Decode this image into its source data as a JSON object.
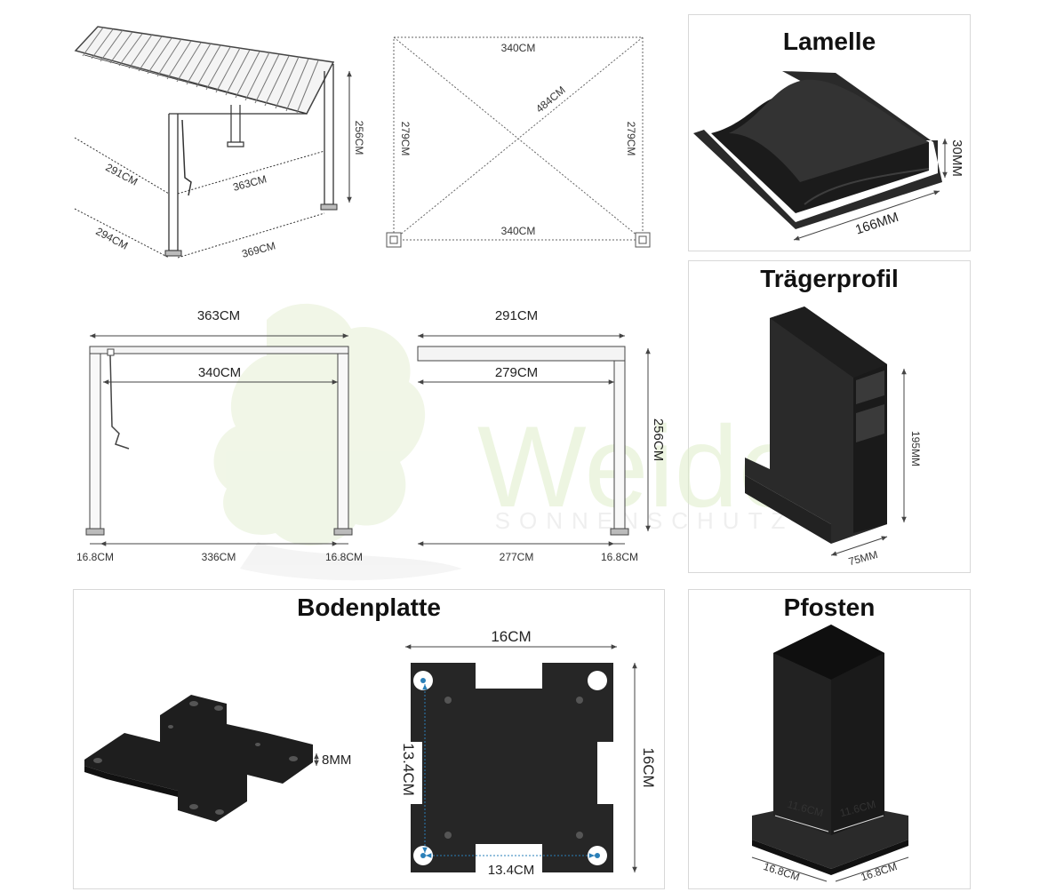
{
  "watermark": {
    "brand": "Weide",
    "tagline": "SONNENSCHUTZ"
  },
  "panels": {
    "lamelle": {
      "title": "Lamelle",
      "height": "30MM",
      "width": "166MM"
    },
    "traeger": {
      "title": "Trägerprofil",
      "height": "195MM",
      "width": "75MM"
    },
    "boden": {
      "title": "Bodenplatte",
      "thickness": "8MM",
      "outer_w": "16CM",
      "outer_h": "16CM",
      "hole_w": "13.4CM",
      "hole_h": "13.4CM"
    },
    "pfosten": {
      "title": "Pfosten",
      "inner_a": "11.6CM",
      "inner_b": "11.6CM",
      "base_a": "16.8CM",
      "base_b": "16.8CM"
    }
  },
  "iso": {
    "height": "256CM",
    "front_inner": "363CM",
    "side_inner": "291CM",
    "front_outer": "369CM",
    "side_outer": "294CM"
  },
  "top": {
    "top": "340CM",
    "bottom": "340CM",
    "left": "279CM",
    "right": "279CM",
    "diag": "484CM"
  },
  "front": {
    "overall": "363CM",
    "inner": "340CM",
    "post_left": "16.8CM",
    "span": "336CM",
    "post_right": "16.8CM"
  },
  "side": {
    "overall": "291CM",
    "inner": "279CM",
    "height": "256CM",
    "span": "277CM",
    "post": "16.8CM"
  }
}
